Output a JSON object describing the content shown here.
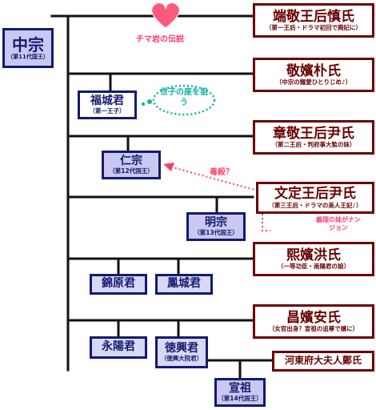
{
  "nodes": {
    "jungjong": {
      "name": "中宗",
      "sub": "（第11代国王）"
    },
    "queen_dangyeong": {
      "name": "端敬王后慎氏",
      "sub": "（第一王后・ドラマ初回で廃妃に）"
    },
    "consort_park": {
      "name": "敬嬪朴氏",
      "sub": "（中宗の寵愛ひとりじめ♪）"
    },
    "boksong": {
      "name": "福城君",
      "sub": "（第一王子）"
    },
    "queen_janggyeong": {
      "name": "章敬王后尹氏",
      "sub": "（第二王后・判府事大監の妹）"
    },
    "injong": {
      "name": "仁宗",
      "sub": "（第12代国王）"
    },
    "queen_munjeong": {
      "name": "文定王后尹氏",
      "sub": "（第三王后・ドラマの美人王妃♪）"
    },
    "myeongjong": {
      "name": "明宗",
      "sub": "（第13代国王）"
    },
    "consort_hong": {
      "name": "熙嬪洪氏",
      "sub": "（一等功臣・南陽君の娘）"
    },
    "geumwon": {
      "name": "錦原君"
    },
    "bongseong": {
      "name": "鳳城君"
    },
    "consort_an": {
      "name": "昌嬪安氏",
      "sub": "（女官出身？宣祖の追尊で嬪に）"
    },
    "yeongyang": {
      "name": "永陽君"
    },
    "deokheung": {
      "name": "徳興君",
      "sub": "（徳興大院君）"
    },
    "lady_jeong": {
      "name": "河東府大夫人鄭氏"
    },
    "seonjo": {
      "name": "宣祖",
      "sub": "（第14代国王）"
    }
  },
  "annotations": {
    "legend_of_chima_rock": "チマ岩の伝説",
    "target_throne": "世子の座を狙う",
    "poisoning": "毒殺？",
    "stepsister_nanjeong": "義理の妹がナンジョン"
  },
  "colors": {
    "king_fill": "#c8c8f0",
    "male_border": "#141a6e",
    "female_border": "#6b0000",
    "heart": "#ff5a7a",
    "pink_text": "#ff3f6e",
    "teal": "#10b0a6",
    "line": "#111111"
  },
  "icons": {
    "heart": "heart-icon"
  }
}
